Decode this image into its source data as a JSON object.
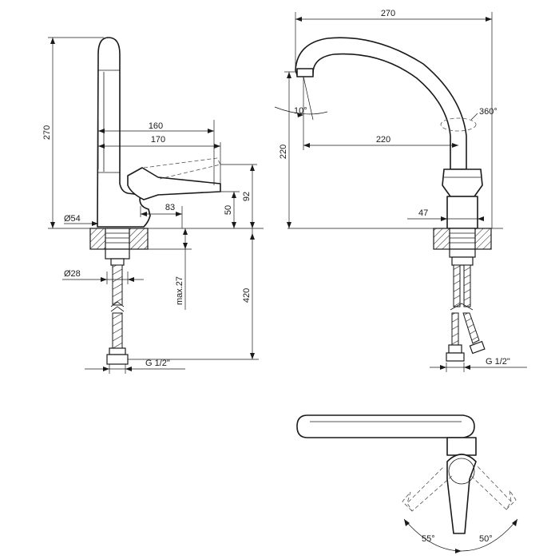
{
  "side_view": {
    "height_total": "270",
    "reach_160": "160",
    "reach_170": "170",
    "lever_offset": "83",
    "lever_50": "50",
    "lever_92": "92",
    "base_diameter": "Ø54",
    "shank_diameter": "Ø28",
    "shank_length": "max.27",
    "hose_length": "420",
    "thread": "G 1/2\""
  },
  "front_view": {
    "width_total": "270",
    "spout_angle": "10°",
    "rotation": "360°",
    "height": "220",
    "reach": "220",
    "body_width": "47",
    "thread": "G 1/2\""
  },
  "top_view": {
    "angle_left": "55°",
    "angle_right": "50°"
  }
}
